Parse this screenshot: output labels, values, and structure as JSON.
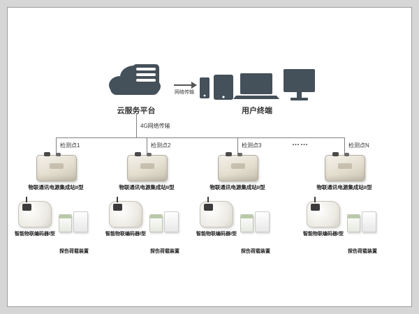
{
  "cloud": {
    "label": "云服务平台"
  },
  "network": {
    "transfer_label": "网络传输",
    "g4_label": "4G网络传输"
  },
  "terminals": {
    "label": "用户终端"
  },
  "ellipsis": "……",
  "nodes": [
    {
      "point": "检测点1",
      "station": "物联通讯电源集成站II型",
      "encoder": "智能物联编码器I型",
      "flaw": "探伤荷载装置"
    },
    {
      "point": "检测点2",
      "station": "物联通讯电源集成站II型",
      "encoder": "智能物联编码器I型",
      "flaw": "探伤荷载装置"
    },
    {
      "point": "检测点3",
      "station": "物联通讯电源集成站II型",
      "encoder": "智能物联编码器I型",
      "flaw": "探伤荷载装置"
    },
    {
      "point": "检测点N",
      "station": "物联通讯电源集成站II型",
      "encoder": "智能物联编码器I型",
      "flaw": "探伤荷载装置"
    }
  ],
  "colors": {
    "icon": "#44505a",
    "line": "#808080",
    "background": "#ffffff"
  }
}
